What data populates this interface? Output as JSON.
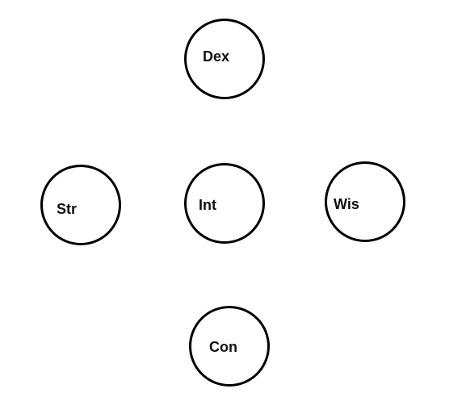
{
  "nodes": {
    "dex": {
      "label": "Dex"
    },
    "str": {
      "label": "Str"
    },
    "int": {
      "label": "Int"
    },
    "wis": {
      "label": "Wis"
    },
    "con": {
      "label": "Con"
    }
  }
}
